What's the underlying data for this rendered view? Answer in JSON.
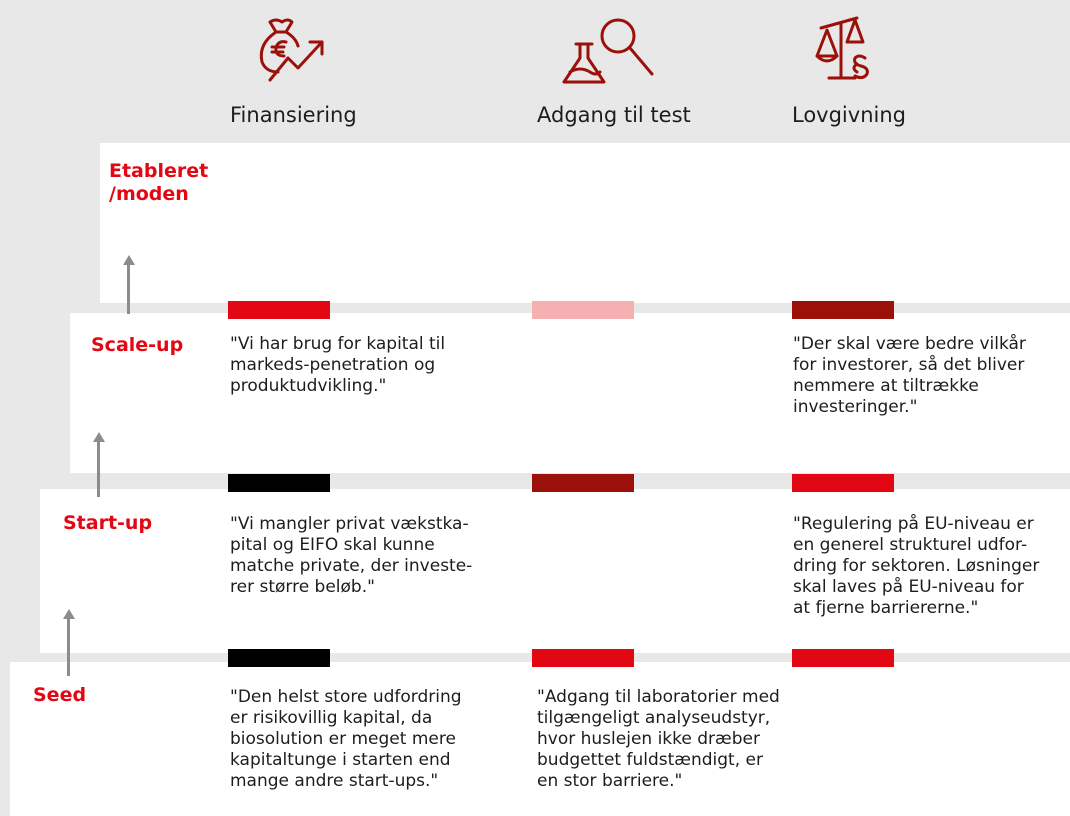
{
  "columns": [
    {
      "title": "Finansiering",
      "icon": "money-bag-growth-icon"
    },
    {
      "title": "Adgang til test",
      "icon": "flask-magnifier-icon"
    },
    {
      "title": "Lovgivning",
      "icon": "scales-paragraph-icon"
    }
  ],
  "stages": {
    "etableret": {
      "label": "Etableret\n/moden"
    },
    "scaleup": {
      "label": "Scale-up",
      "finansiering": "\"Vi har brug for kapital til\nmarkeds-penetration og\nproduktudvikling.\"",
      "lovgivning": "\"Der skal være bedre vilkår\nfor investorer, så det bliver\nnemmere at tiltrække\ninvesteringer.\""
    },
    "startup": {
      "label": "Start-up",
      "finansiering": "\"Vi mangler privat vækstka-\npital og EIFO skal kunne\nmatche private, der investe-\nrer større beløb.\"",
      "lovgivning": "\"Regulering på EU-niveau er\nen generel strukturel udfor-\ndring for sektoren. Løsninger\nskal laves på EU-niveau for\nat fjerne barriererne.\""
    },
    "seed": {
      "label": "Seed",
      "finansiering": "\"Den helst store udfordring\ner risikovillig kapital, da\nbiosolution er meget mere\nkapitaltunge i starten end\nmange andre start-ups.\"",
      "adgang": "\"Adgang til laboratorier med\ntilgængeligt analyseudstyr,\nhvor huslejen ikke dræber\nbudgettet fuldstændigt, er\nen stor barriere.\""
    }
  },
  "colors": {
    "accent_red": "#e30613",
    "pink": "#f5b1b1",
    "dark_red": "#9b1109",
    "black": "#000000",
    "background": "#e8e8e8",
    "panel": "#ffffff",
    "arrow": "#8c8c8c"
  },
  "bars": {
    "scaleup": [
      "#e30613",
      "#f5b1b1",
      "#9b1109"
    ],
    "startup": [
      "#000000",
      "#9b1109",
      "#e30613"
    ],
    "seed": [
      "#000000",
      "#e30613",
      "#e30613"
    ]
  }
}
